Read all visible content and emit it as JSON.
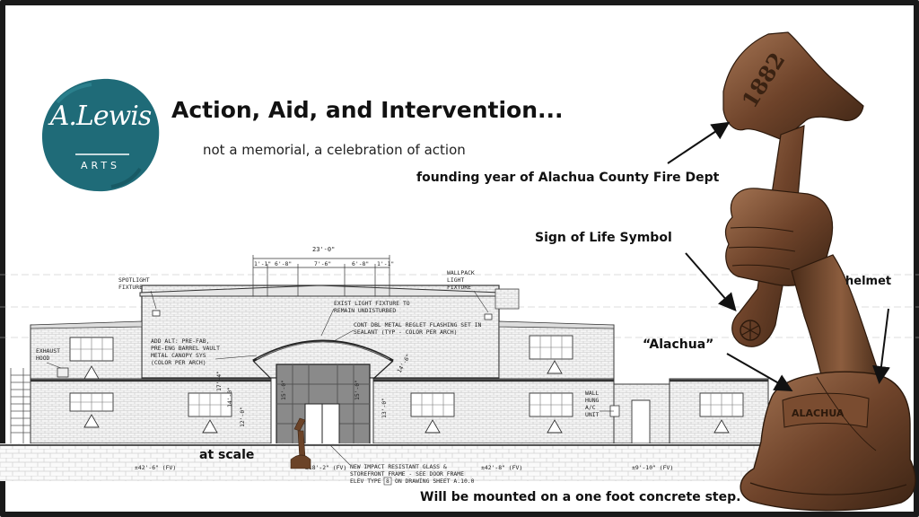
{
  "logo": {
    "name": "A.Lewis",
    "sub": "ARTS",
    "color": "#1f6b78"
  },
  "title": "Action, Aid, and Intervention...",
  "subtitle": "not a memorial, a celebration of action",
  "labels": {
    "founding": "founding year of Alachua County Fire Dept",
    "sign_of_life": "Sign of Life Symbol",
    "helmet": "helmet",
    "alachua": "“Alachua”",
    "at_scale": "at scale",
    "mounted": "Will be mounted on a one foot concrete step."
  },
  "sculpture": {
    "year": "1882",
    "helmet_text": "ALACHUA"
  },
  "drawing": {
    "dim_top": "23'-0\"",
    "dim_segments": [
      "1'-1\"",
      "6'-8\"",
      "7'-6\"",
      "6'-8\"",
      "1'-1\""
    ],
    "notes": {
      "spotlight": [
        "SPOTLIGHT",
        "FIXTURE"
      ],
      "wallpack": [
        "WALLPACK",
        "LIGHT",
        "FIXTURE"
      ],
      "exist_light": [
        "EXIST LIGHT FIXTURE TO",
        "REMAIN UNDISTURBED"
      ],
      "reglet": [
        "CONT DBL METAL REGLET FLASHING SET IN",
        "SEALANT (TYP - COLOR PER ARCH)"
      ],
      "add_alt": [
        "ADD ALT: PRE-FAB,",
        "PRE-ENG BARREL VAULT",
        "METAL CANOPY SYS",
        "(COLOR PER ARCH)"
      ],
      "exhaust": [
        "EXHAUST",
        "HOOD"
      ],
      "wall_hung": [
        "WALL",
        "HUNG",
        "A/C",
        "UNIT"
      ],
      "glass": [
        "NEW IMPACT RESISTANT GLASS &",
        "STOREFRONT FRAME - SEE DOOR FRAME",
        "ELEV TYPE",
        "ON DRAWING SHEET A.10.0"
      ],
      "glass_tag": "8"
    },
    "elevations": [
      "±42'-6\" (FV)",
      "±18'-2\" (FV)",
      "±42'-8\" (FV)",
      "±9'-10\" (FV)"
    ],
    "verticals": [
      "17'-4\"",
      "14'-0\"",
      "12'-0\"",
      "15'-0\"",
      "15'-0\"",
      "13'-0\"",
      "14'-6\""
    ]
  }
}
